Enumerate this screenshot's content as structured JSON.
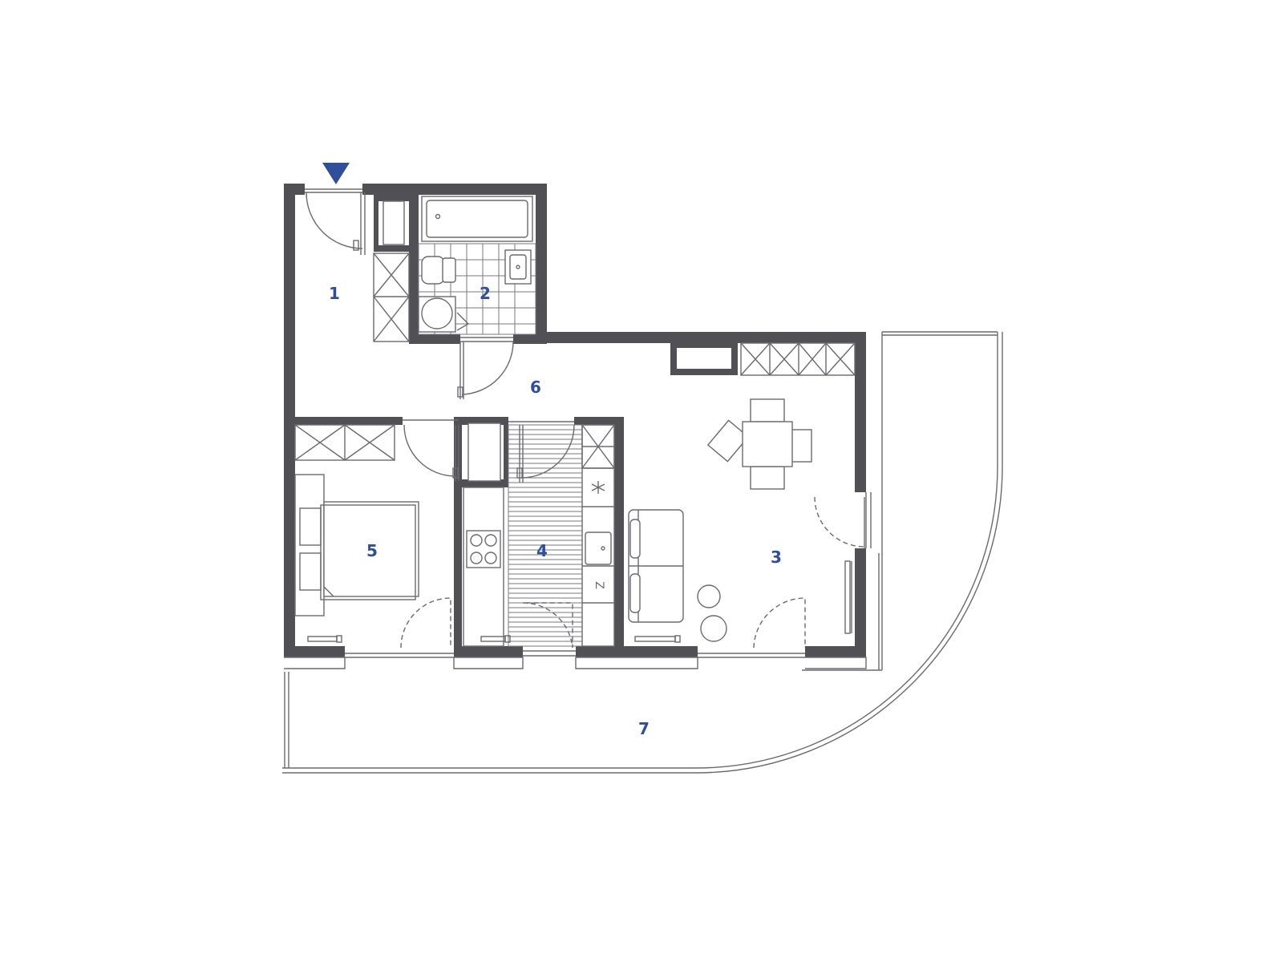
{
  "colors": {
    "walls": "#505055",
    "labels": "#2f4f9c",
    "entrance_marker": "#2f4f9c",
    "lines": "#6a6a70"
  },
  "rooms": [
    {
      "id": "1",
      "label": "1"
    },
    {
      "id": "2",
      "label": "2"
    },
    {
      "id": "3",
      "label": "3"
    },
    {
      "id": "4",
      "label": "4"
    },
    {
      "id": "5",
      "label": "5"
    },
    {
      "id": "6",
      "label": "6"
    },
    {
      "id": "7",
      "label": "7"
    }
  ],
  "entrance": {
    "icon": "triangle-down-icon"
  },
  "fixtures": [
    "bathtub-icon",
    "toilet-icon",
    "washbasin-icon",
    "washing-machine-icon",
    "wardrobe-icon",
    "double-bed-icon",
    "stove-icon",
    "sink-icon",
    "dining-table-icon",
    "sofa-icon",
    "stool-icon",
    "radiator-icon"
  ]
}
